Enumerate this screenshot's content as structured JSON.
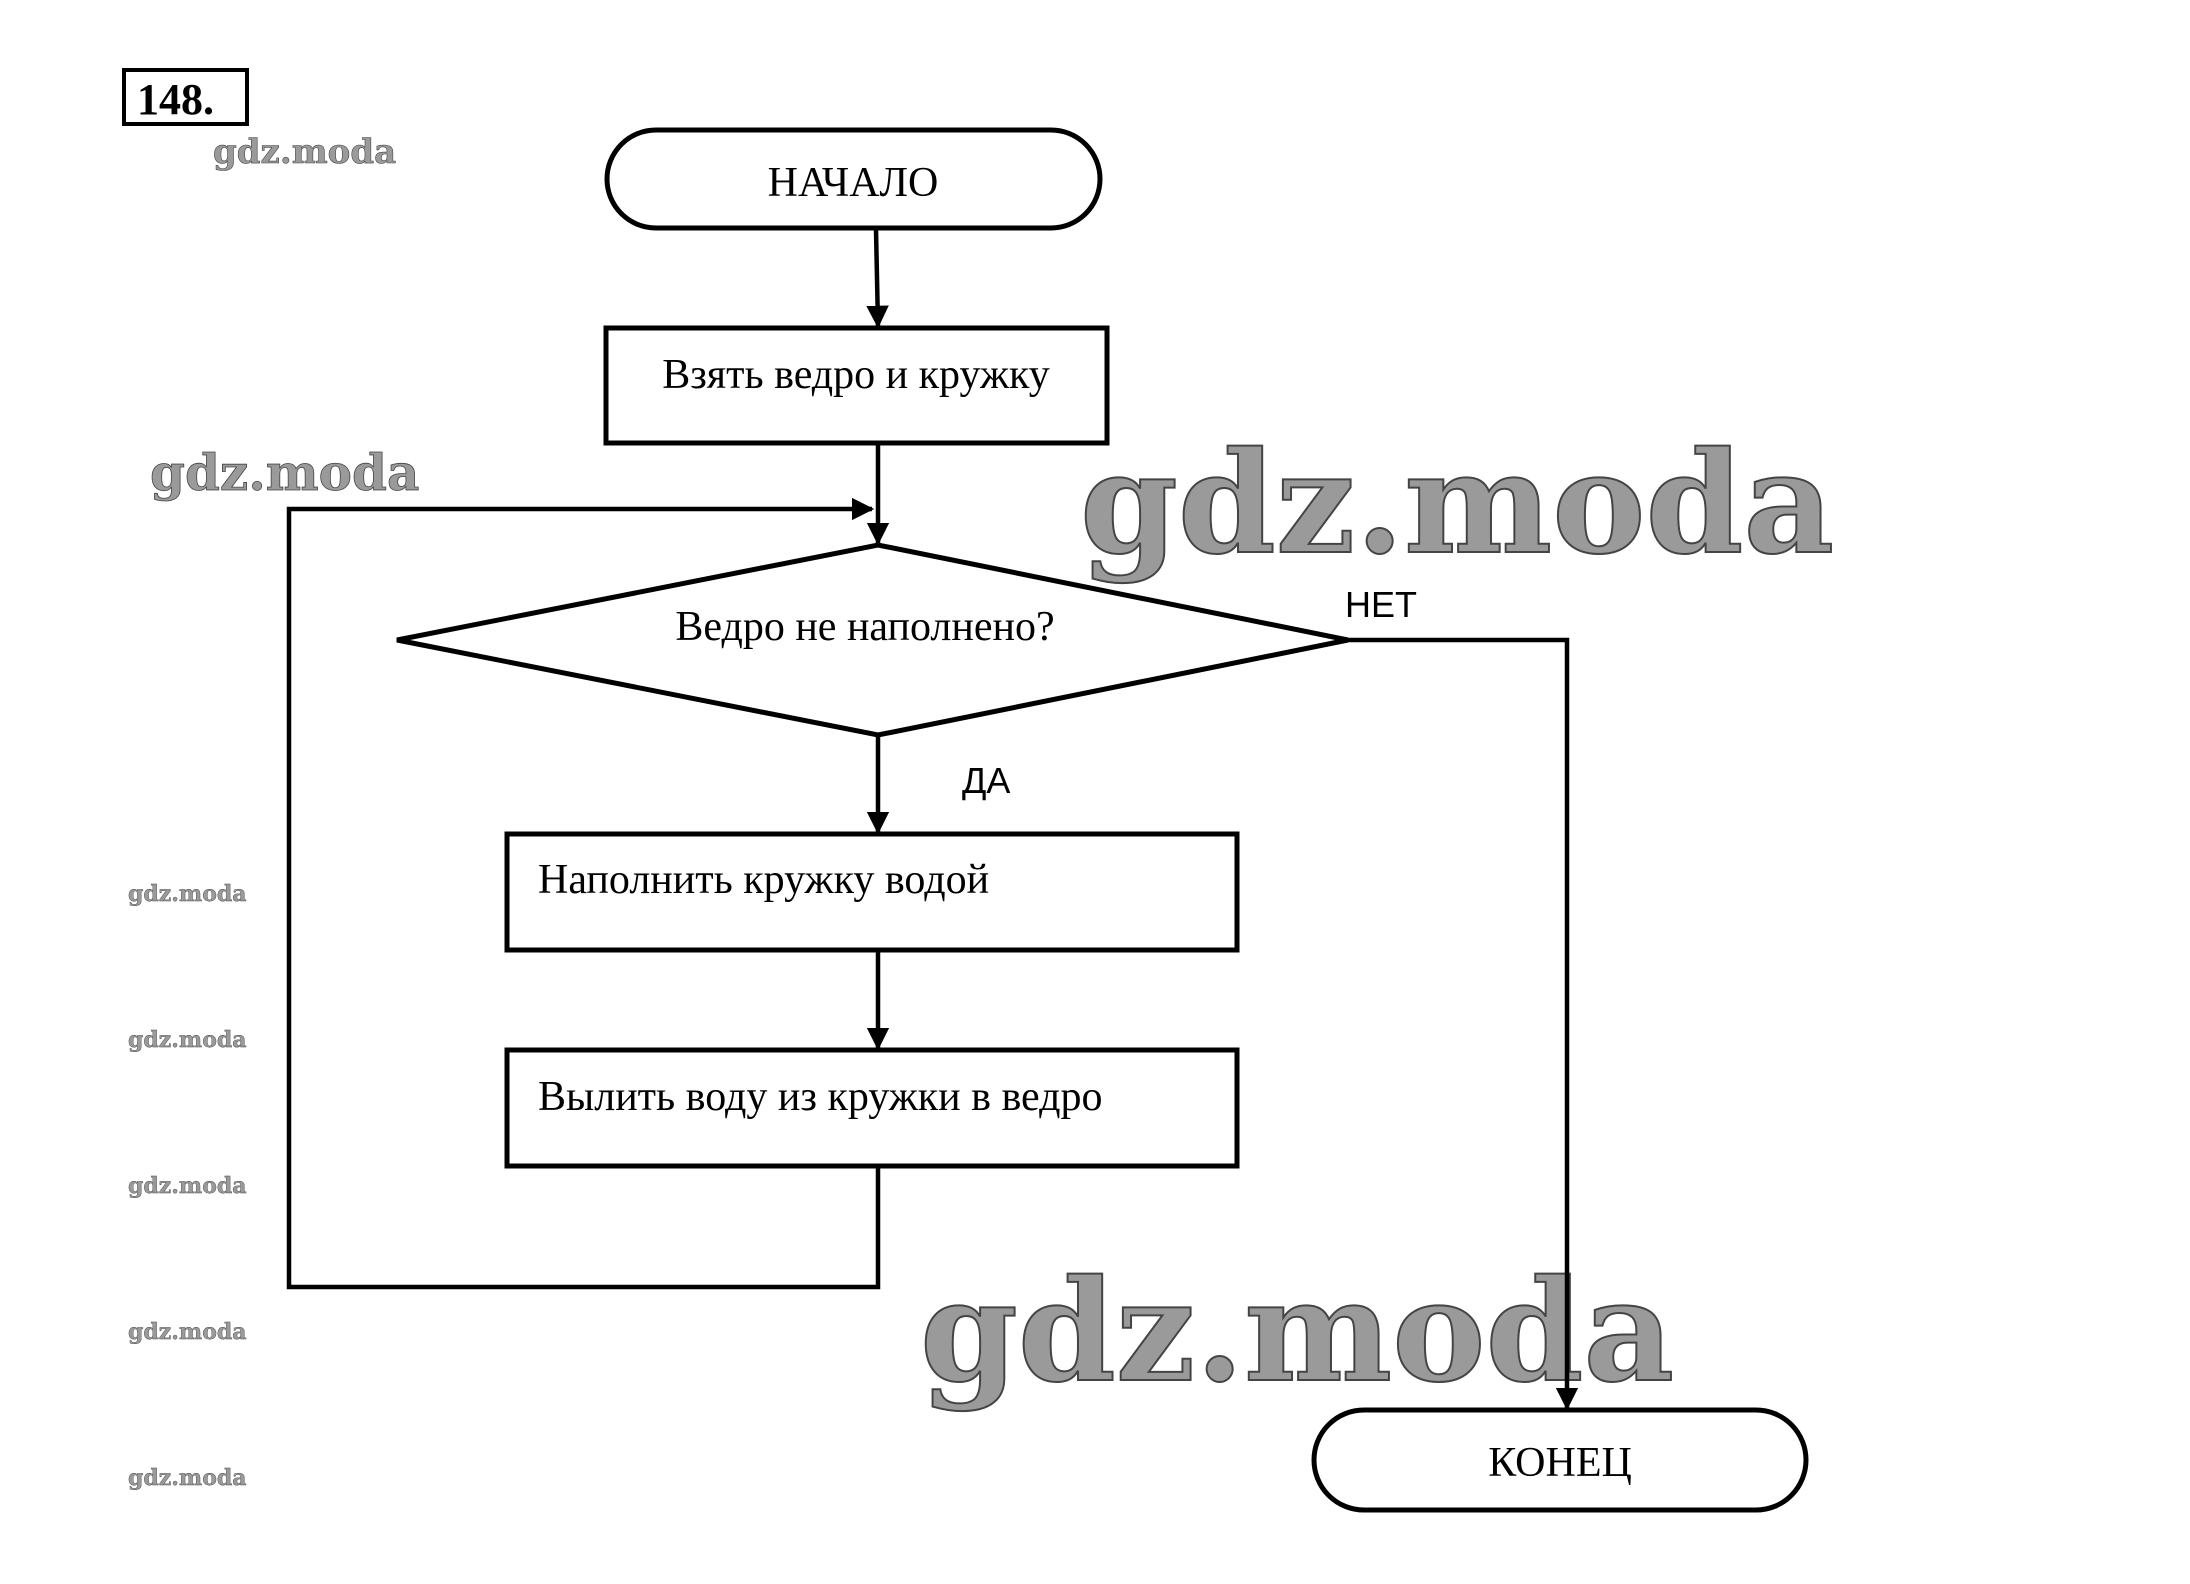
{
  "problem_number": "148.",
  "watermark_text": "gdz.moda",
  "flowchart": {
    "start": "НАЧАЛО",
    "step1": "Взять ведро и кружку",
    "condition": "Ведро не наполнено?",
    "yes_label": "ДА",
    "no_label": "НЕТ",
    "loop_step1": "Наполнить кружку водой",
    "loop_step2": "Вылить воду из кружки в ведро",
    "end": "КОНЕЦ"
  },
  "colors": {
    "stroke": "#000000",
    "watermark": "#9a9a9a"
  }
}
